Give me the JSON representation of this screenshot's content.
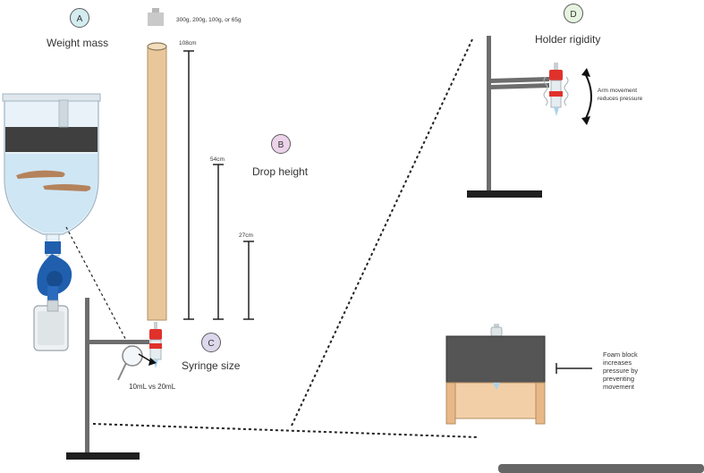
{
  "badges": {
    "a": {
      "letter": "A",
      "title": "Weight mass",
      "color": "#d3ecf0"
    },
    "b": {
      "letter": "B",
      "title": "Drop height",
      "color": "#edd3ea"
    },
    "c": {
      "letter": "C",
      "title": "Syringe size",
      "color": "#ddd7ec"
    },
    "d": {
      "letter": "D",
      "title": "Holder rigidity",
      "color": "#e6f3e0"
    }
  },
  "weight_options": "300g, 200g, 100g, or 65g",
  "heights": {
    "h108": "108cm",
    "h54": "54cm",
    "h27": "27cm"
  },
  "syringe_options": "10mL vs 20mL",
  "arm_note": {
    "line1": "Arm movement",
    "line2": "reduces pressure"
  },
  "foam_note": {
    "line1": "Foam block",
    "line2": "increases",
    "line3": "pressure by",
    "line4": "preventing",
    "line5": "movement"
  },
  "colors": {
    "tube": "#e9c79b",
    "stand": "#6d6d6d",
    "base": "#1f1f1f",
    "syringe_red": "#e0312b",
    "valve_blue": "#1f5fae",
    "water": "#cfe6f4",
    "foam": "#555555",
    "block_wood": "#f3cfa8"
  }
}
